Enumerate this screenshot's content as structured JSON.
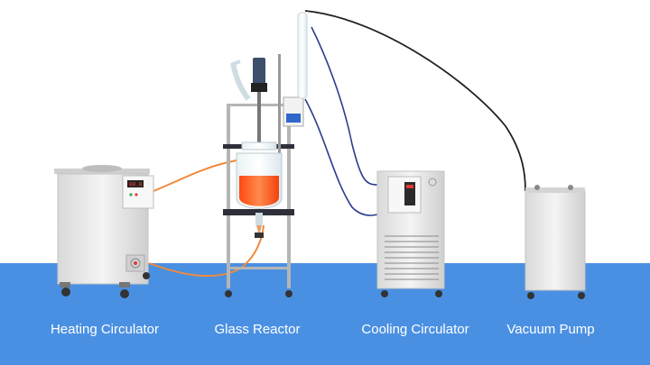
{
  "equipment": [
    {
      "id": "heating-circulator",
      "label": "Heating Circulator"
    },
    {
      "id": "glass-reactor",
      "label": "Glass Reactor"
    },
    {
      "id": "cooling-circulator",
      "label": "Cooling Circulator"
    },
    {
      "id": "vacuum-pump",
      "label": "Vacuum Pump"
    }
  ],
  "colors": {
    "floor": "#4a90e2",
    "label_text": "#ffffff",
    "cabinet": "#ececec",
    "liquid": "#ff5a1f",
    "hose_orange": "#f08a3c",
    "hose_blue": "#2a3d8f",
    "hose_black": "#222222"
  }
}
